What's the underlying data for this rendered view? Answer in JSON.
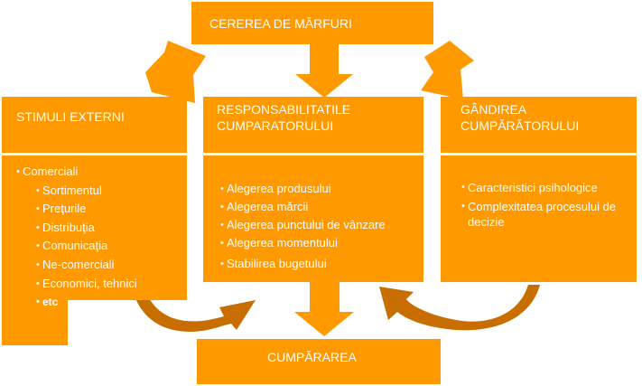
{
  "top_box": {
    "title": "CEREREA DE MĂRFURI"
  },
  "bottom_box": {
    "title": "CUMPĂRAREA"
  },
  "left_box": {
    "title": "STIMULI EXTERNI",
    "items": [
      {
        "text": "Comerciali",
        "level": 0
      },
      {
        "text": "Sortimentul",
        "level": 1
      },
      {
        "text": "Preţurile",
        "level": 1
      },
      {
        "text": "Distribuţia",
        "level": 1
      },
      {
        "text": "Comunicaţia",
        "level": 1
      },
      {
        "text": "Ne-comerciali",
        "level": 1
      },
      {
        "text": "Economici, tehnici",
        "level": 1
      },
      {
        "text": "etc",
        "level": 1,
        "bold": true
      }
    ]
  },
  "middle_box": {
    "title_line1": "RESPONSABILITATILE",
    "title_line2": "CUMPARATORULUI",
    "items": [
      "Alegerea produsului",
      "Alegerea mărcii",
      "Alegerea punctului de vânzare",
      "Alegerea momentului",
      "Stabilirea bugetului"
    ]
  },
  "right_box": {
    "title_line1": "GÂNDIREA",
    "title_line2": "CUMPĂRĂTORULUI",
    "items": [
      "Caracteristici psihologice",
      "Complexitatea procesului de decizie"
    ]
  },
  "colors": {
    "box": "#ff9900",
    "arrow": "#ff9900",
    "curved_arrow_dark": "#c86e00",
    "text": "#ffffff"
  }
}
